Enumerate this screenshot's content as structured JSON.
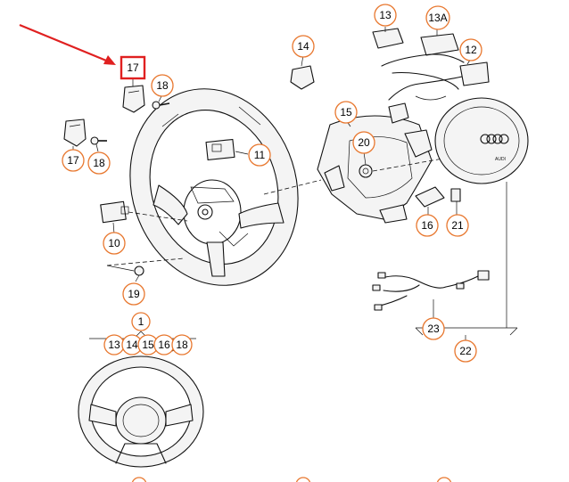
{
  "highlight_color": "#e02020",
  "callout_color": "#e8772e",
  "callouts": {
    "c1": "1",
    "c10": "10",
    "c11": "11",
    "c12": "12",
    "c13": "13",
    "c13a": "13A",
    "c14": "14",
    "c15": "15",
    "c16": "16",
    "c17_highlight": "17",
    "c17": "17",
    "c18_top": "18",
    "c18": "18",
    "c19": "19",
    "c20": "20",
    "c21": "21",
    "c22": "22",
    "c23": "23",
    "g13": "13",
    "g14": "14",
    "g15": "15",
    "g16": "16",
    "g18": "18"
  },
  "airbag_logo_text": "AUDI"
}
